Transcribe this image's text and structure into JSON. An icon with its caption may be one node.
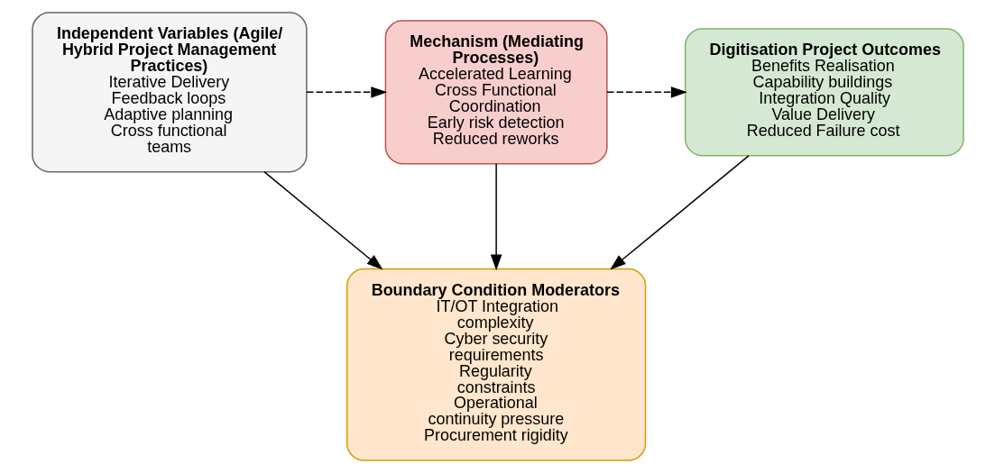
{
  "diagram": {
    "nodes": [
      {
        "text": [
          "Independent Variables (Agile/ Hybrid Project Management Practices)",
          "Iterative Delivery",
          "Feedback loops",
          "Adaptive planning",
          "Cross functional teams"
        ]
      },
      {
        "text": [
          "Mechanism (Mediating Processes)",
          "Accelerated Learning",
          "Cross Functional Coordination",
          "Early risk detection",
          "Reduced reworks"
        ]
      },
      {
        "text": [
          "Digitisation Project Outcomes",
          "Benefits Realisation",
          "Capability buildings",
          "Integration Quality",
          "Value Delivery",
          "Reduced Failure cost"
        ]
      },
      {
        "text": [
          "Boundary Condition Moderators",
          "IT/OT Integration complexity",
          "Cyber security requirements",
          "Regularity constraints",
          "Operational continuity pressure",
          "Procurement rigidity"
        ]
      }
    ],
    "edges": [
      {
        "from": 0,
        "to": 1,
        "arrow": "to",
        "style": "dashed"
      },
      {
        "from": 1,
        "to": 2,
        "arrow": "to",
        "style": "dashed"
      },
      {
        "from": 0,
        "to": 3,
        "arrow": "to"
      },
      {
        "from": 1,
        "to": 3,
        "arrow": "to"
      },
      {
        "from": 2,
        "to": 3,
        "arrow": "to"
      }
    ]
  }
}
